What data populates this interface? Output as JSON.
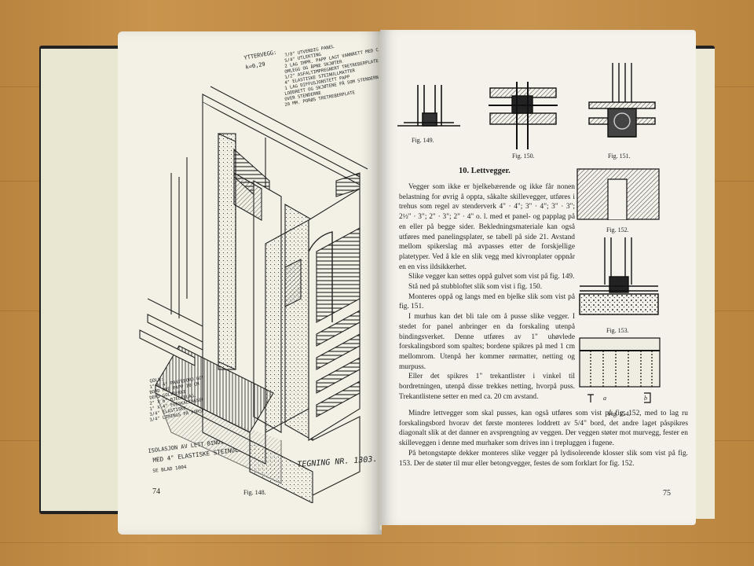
{
  "left_page": {
    "drawing_notes": {
      "title": "YTTERVEGG:",
      "k_value": "k=0,29",
      "layers": [
        "7/8\" UTVENDIG PANEL",
        "5/4\" UTLEKTING",
        "2 LAG IMPR. PAPP LAGT VANNRETT MED CA 10 CM",
        "OMLEGG OG ÅPNE SKJØTER",
        "1/2\" ASFALTIMPREGNERT TRETREBERPLATE",
        "4\" ELASTISKE STEINULLMATTER",
        "1 LAG DIFFUSJONSTETT PAPP",
        "LODDRETT OG SKJØTENE PÅ SOM STENDERNE",
        "OVER STENDERNE",
        "20 MM. PORØS TRETREBERPLATE"
      ],
      "floor_title": "GOLV:",
      "floor_lines": [
        "1\" X 4\" PANTEBORD GOLV-",
        "BORD MED PAPP 10 CM",
        "DERS GOLVDEKKE",
        "2\" X 6\" BJELKELAG.",
        "1\" X 4\" FORSKALINGSBORD",
        "3/4\" ELASTISKE",
        "3/4\" LIMINGS PÅ FORSKALINGSBORD"
      ],
      "caption_lines": [
        "ISOLASJON AV LETT BINDINGSVERK",
        "MED 4\" ELASTISKE STEINULLMATTER.",
        "SE BLAD 1004"
      ],
      "drawing_number": "TEGNING NR. 1303."
    },
    "page_number": "74",
    "fig_caption": "Fig. 148."
  },
  "right_page": {
    "page_number": "75",
    "figure_captions": {
      "fig149": "Fig. 149.",
      "fig150": "Fig. 150.",
      "fig151": "Fig. 151.",
      "fig152": "Fig. 152.",
      "fig153": "Fig. 153.",
      "fig154": "Fig. 154."
    },
    "fig154_labels": {
      "left": "a",
      "right": "b"
    },
    "section_heading": "10. Lettvegger.",
    "paragraphs": [
      "Vegger som ikke er bjelkebærende og ikke får nonen belastning for øvrig å oppta, såkalte skillevegger, utføres i trehus som regel av stenderverk 4\" · 4\"; 3\" · 4\"; 3\" · 3\"; 2½\" · 3\"; 2\" · 3\"; 2\" · 4\" o. l. med et panel- og papplag på en eller på begge sider. Bekledningsmateriale kan også utføres med panelingsplater, se tabell på side 21. Avstand mellom spikerslag må avpasses etter de forskjellige platetyper. Ved å kle en slik vegg med kivronplater oppnår en en viss ildsikkerhet.",
      "Slike vegger kan settes oppå gulvet som vist på fig. 149.",
      "Stå ned på stubbloftet slik som vist i fig. 150.",
      "Monteres oppå og langs med en bjelke slik som vist på fig. 151.",
      "I murhus kan det bli tale om å pusse slike vegger. I stedet for panel anbringer en da forskaling utenpå bindingsverket. Denne utføres av 1\" uhøvlede forskalingsbord som spaltes; bordene spikres på med 1 cm mellomrom. Utenpå her kommer rørmatter, netting og murpuss.",
      "Eller det spikres 1\" trekantlister i vinkel til bordretningen, utenpå disse trekkes netting, hvorpå puss. Trekantlistene setter en med ca. 20 cm avstand."
    ],
    "wide_paragraphs": [
      "Mindre lettvegger som skal pusses, kan også utføres som vist på fig. 152, med to lag ru forskalingsbord hvorav det første monteres loddrett av 5/4\" bord, det andre laget påspikres diagonalt slik at det danner en avsprengning av veggen. Der veggen støter mot murvegg, fester en skilleveggen i denne med murhaker som drives inn i trepluggen i fugene.",
      "På betongstøpte dekker monteres slike vegger på lydisolerende klosser slik som vist på fig. 153. Der de støter til mur eller betongvegger, festes de som forklart for fig. 152."
    ]
  }
}
